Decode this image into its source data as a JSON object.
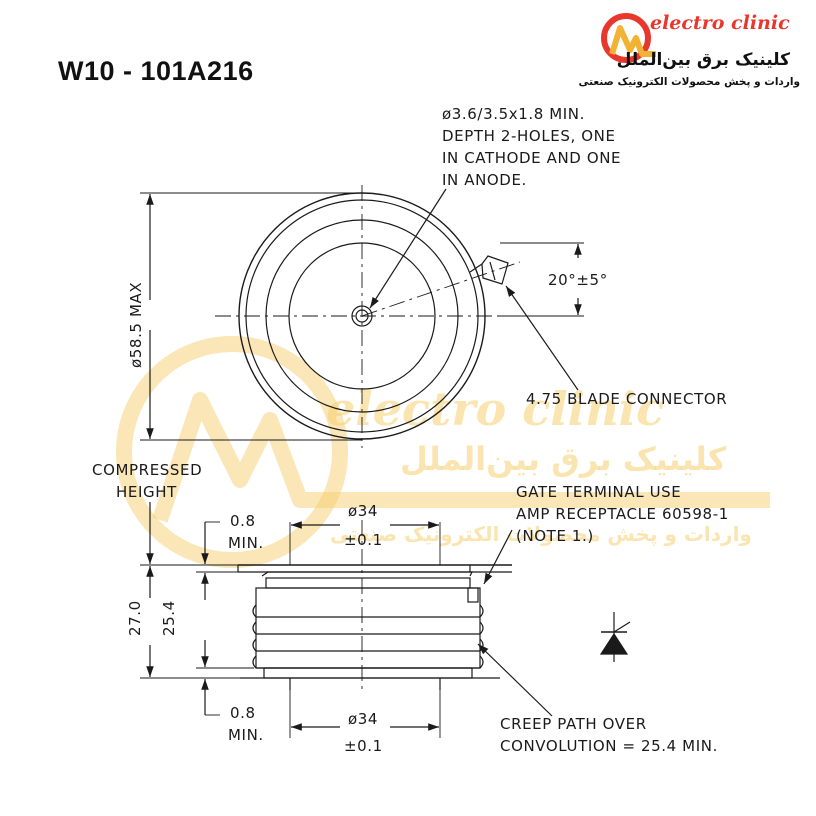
{
  "part_number": "W10 - 101A216",
  "logo": {
    "brand": "electro clinic",
    "persian_name": "کلینیک برق بین‌الملل",
    "persian_tagline": "واردات و پخش محصولات الکترونیک صنعتی"
  },
  "watermark": {
    "brand": "electro clinic",
    "persian_name": "کلینیک برق بین‌الملل",
    "persian_tagline": "واردات و پخش محصولات الکترونیک صنعتی"
  },
  "annotations": {
    "holes_note": [
      "ø3.6/3.5x1.8 MIN.",
      "DEPTH 2-HOLES, ONE",
      "IN CATHODE AND ONE",
      "IN ANODE."
    ],
    "angle": "20°±5°",
    "blade": "4.75 BLADE CONNECTOR",
    "diameter_max": "ø58.5 MAX",
    "compressed_height": [
      "COMPRESSED",
      "HEIGHT"
    ],
    "gate_terminal": [
      "GATE TERMINAL USE",
      "AMP RECEPTACLE 60598-1",
      "(NOTE 1.)"
    ],
    "top_step": [
      "0.8",
      "MIN."
    ],
    "bottom_step": [
      "0.8",
      "MIN."
    ],
    "top_diameter": [
      "ø34",
      "±0.1"
    ],
    "bottom_diameter": [
      "ø34",
      "±0.1"
    ],
    "height_outer": "27.0",
    "height_inner": "25.4",
    "creep": [
      "CREEP PATH OVER",
      "CONVOLUTION = 25.4 MIN."
    ]
  },
  "colors": {
    "line": "#1a1a1a",
    "logo_red": "#e8382d",
    "logo_gold": "#f2b233",
    "watermark": "#f6cd6e"
  }
}
